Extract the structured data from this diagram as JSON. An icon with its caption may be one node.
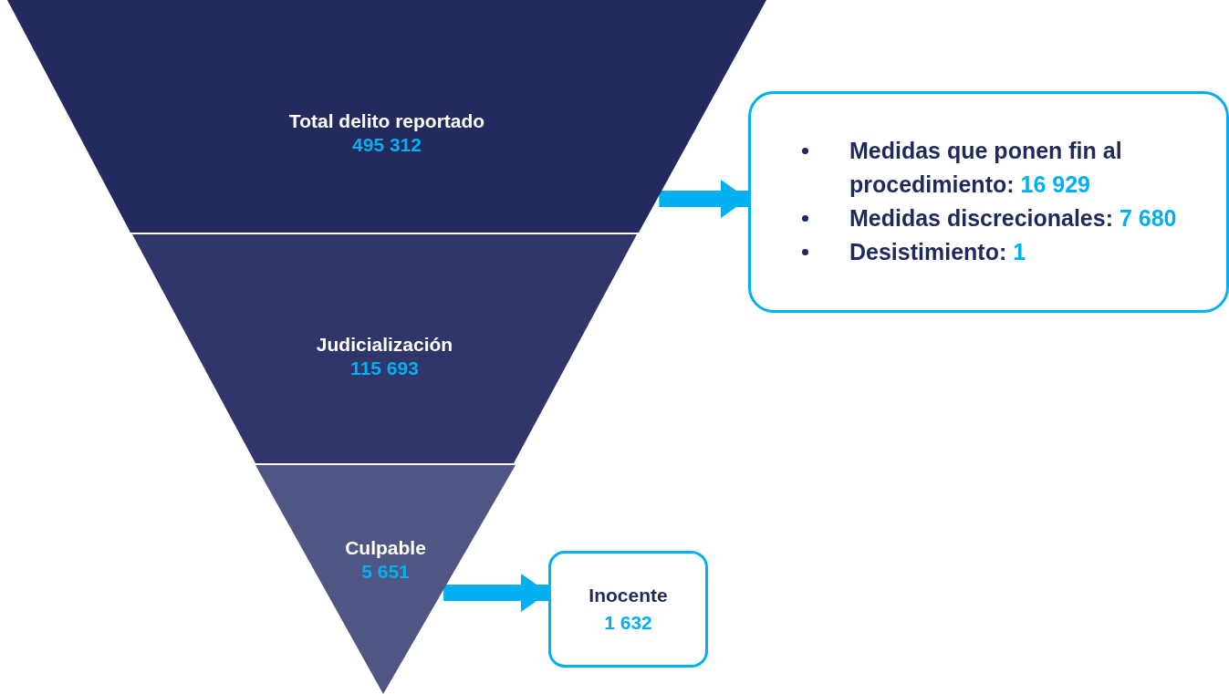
{
  "diagram": {
    "nodes": [
      {
        "text": [
          "Total delito reportado",
          "495 312"
        ]
      },
      {
        "text": [
          "Judicialización",
          "115 693"
        ]
      },
      {
        "text": [
          "Culpable",
          "5 651"
        ]
      },
      {
        "text": [
          "Medidas que ponen fin al procedimiento: 16 929",
          "Medidas discrecionales: 7 680",
          "Desistimiento: 1"
        ]
      },
      {
        "text": [
          "Inocente",
          "1 632"
        ]
      }
    ],
    "edges": [
      {
        "from": 0,
        "to": 3,
        "arrow": "to"
      },
      {
        "from": 2,
        "to": 4,
        "arrow": "to"
      }
    ]
  }
}
